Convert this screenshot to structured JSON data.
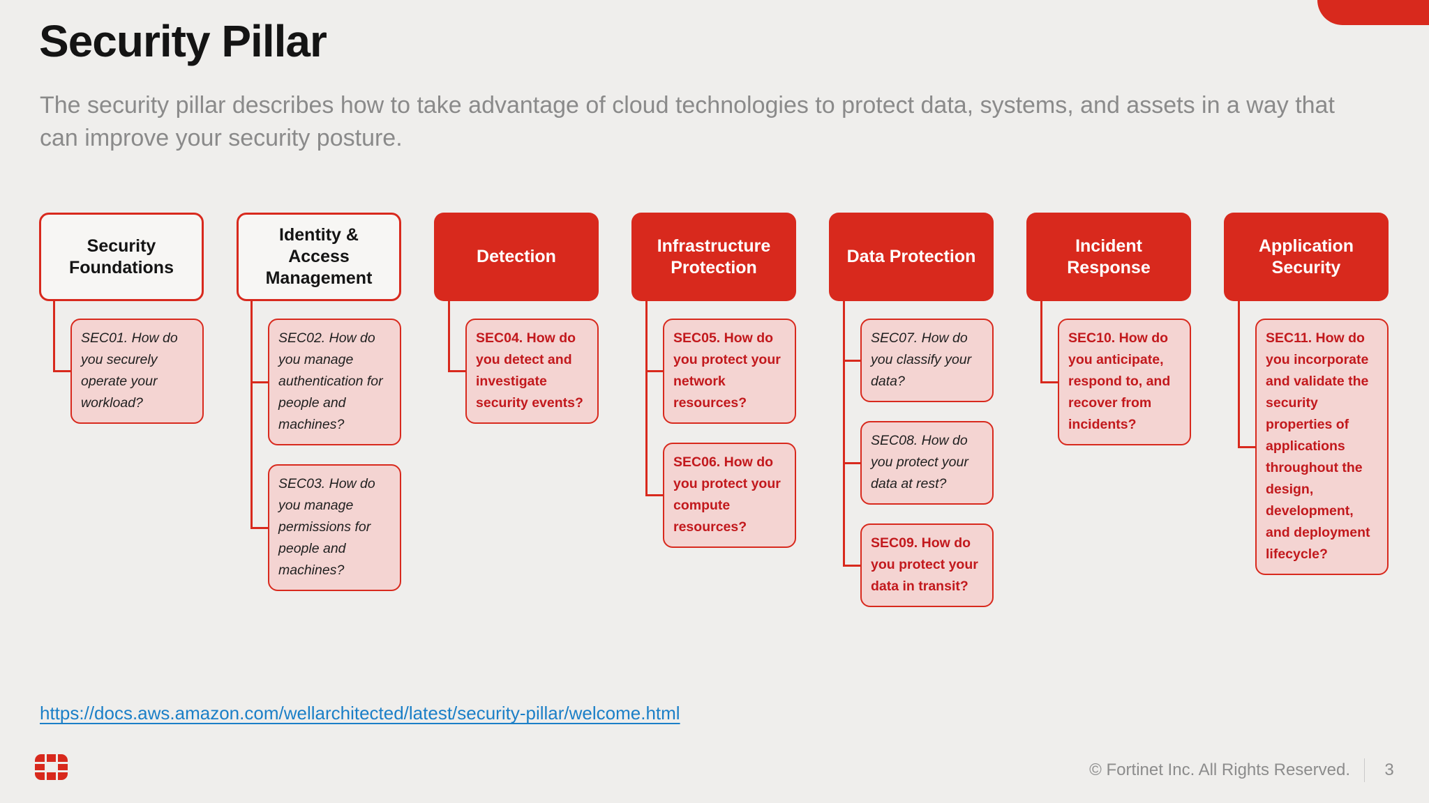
{
  "slide": {
    "title": "Security Pillar",
    "subtitle": "The security pillar describes how to take advantage of cloud technologies to protect data, systems, and assets in a way that can improve your security posture.",
    "link": "https://docs.aws.amazon.com/wellarchitected/latest/security-pillar/welcome.html",
    "footer": {
      "copyright": "© Fortinet Inc. All Rights Reserved.",
      "page_number": "3"
    },
    "logo_icon": "fortinet-grid-icon"
  },
  "colors": {
    "background": "#EFEEEC",
    "accent_red": "#D8291D",
    "pink_fill": "#F4D4D2",
    "dark_red_text": "#C2191D",
    "light_box_fill": "#F7F6F4",
    "subtitle_gray": "#8A8A8A",
    "footer_gray": "#8C8C8C",
    "link_blue": "#1B7FC7"
  },
  "pillars": [
    {
      "label": "Security Foundations",
      "variant": "light",
      "questions": [
        {
          "id": "SEC01",
          "text": "SEC01. How do you securely operate your workload?",
          "text_style": "italic-black"
        }
      ]
    },
    {
      "label": "Identity & Access Management",
      "variant": "light",
      "questions": [
        {
          "id": "SEC02",
          "text": "SEC02. How do you manage authentication for people and machines?",
          "text_style": "italic-black"
        },
        {
          "id": "SEC03",
          "text": "SEC03. How do you manage permissions for people and machines?",
          "text_style": "italic-black"
        }
      ]
    },
    {
      "label": "Detection",
      "variant": "red",
      "questions": [
        {
          "id": "SEC04",
          "text": "SEC04. How do you detect and investigate security events?",
          "text_style": "bold-red"
        }
      ]
    },
    {
      "label": "Infrastructure Protection",
      "variant": "red",
      "questions": [
        {
          "id": "SEC05",
          "text": "SEC05. How do you protect your network resources?",
          "text_style": "bold-red"
        },
        {
          "id": "SEC06",
          "text": "SEC06. How do you protect your compute resources?",
          "text_style": "bold-red"
        }
      ]
    },
    {
      "label": "Data Protection",
      "variant": "red",
      "questions": [
        {
          "id": "SEC07",
          "text": "SEC07. How do you classify your data?",
          "text_style": "italic-black"
        },
        {
          "id": "SEC08",
          "text": "SEC08. How do you protect your data at rest?",
          "text_style": "italic-black"
        },
        {
          "id": "SEC09",
          "text": "SEC09. How do you protect your data in transit?",
          "text_style": "bold-red"
        }
      ]
    },
    {
      "label": "Incident Response",
      "variant": "red",
      "questions": [
        {
          "id": "SEC10",
          "text": "SEC10. How do you anticipate, respond to, and recover from incidents?",
          "text_style": "bold-red"
        }
      ]
    },
    {
      "label": "Application Security",
      "variant": "red",
      "questions": [
        {
          "id": "SEC11",
          "text": "SEC11. How do you incorporate and validate the security properties of applications throughout the design, development, and deployment lifecycle?",
          "text_style": "bold-red"
        }
      ]
    }
  ]
}
